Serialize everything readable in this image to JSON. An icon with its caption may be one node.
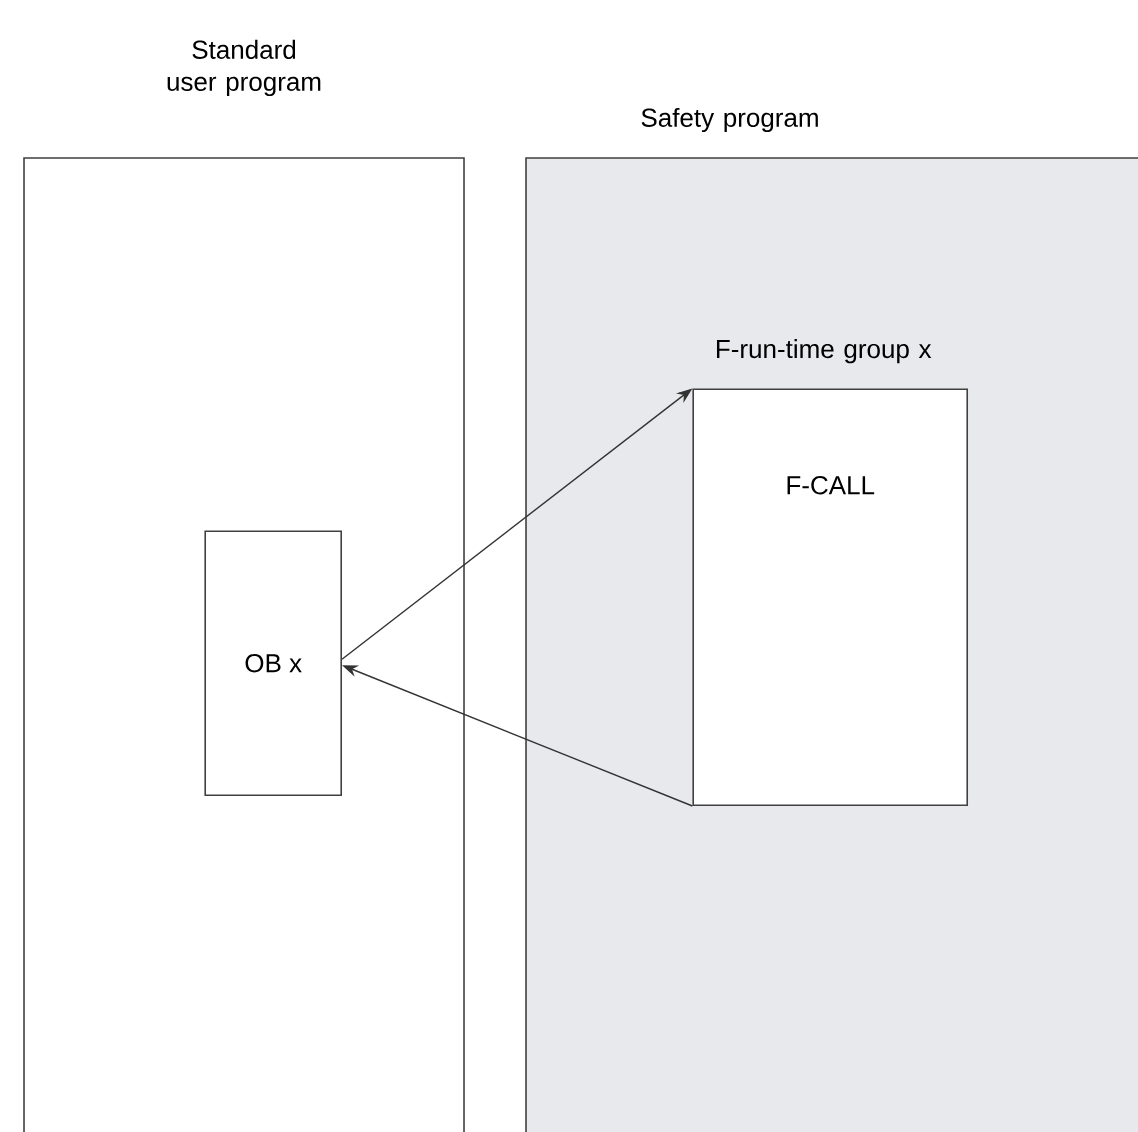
{
  "diagram": {
    "nodes": [
      {
        "text": [
          "Standard user program"
        ]
      },
      {
        "text": [
          "Safety program"
        ]
      },
      {
        "text": [
          "OB x"
        ],
        "in": 0
      },
      {
        "text": [
          "F-run-time group x",
          "F-CALL"
        ],
        "in": 1
      }
    ],
    "edges": [
      {
        "from": 2,
        "to": 3,
        "arrow": "to"
      },
      {
        "from": 3,
        "to": 2,
        "arrow": "to"
      }
    ]
  }
}
